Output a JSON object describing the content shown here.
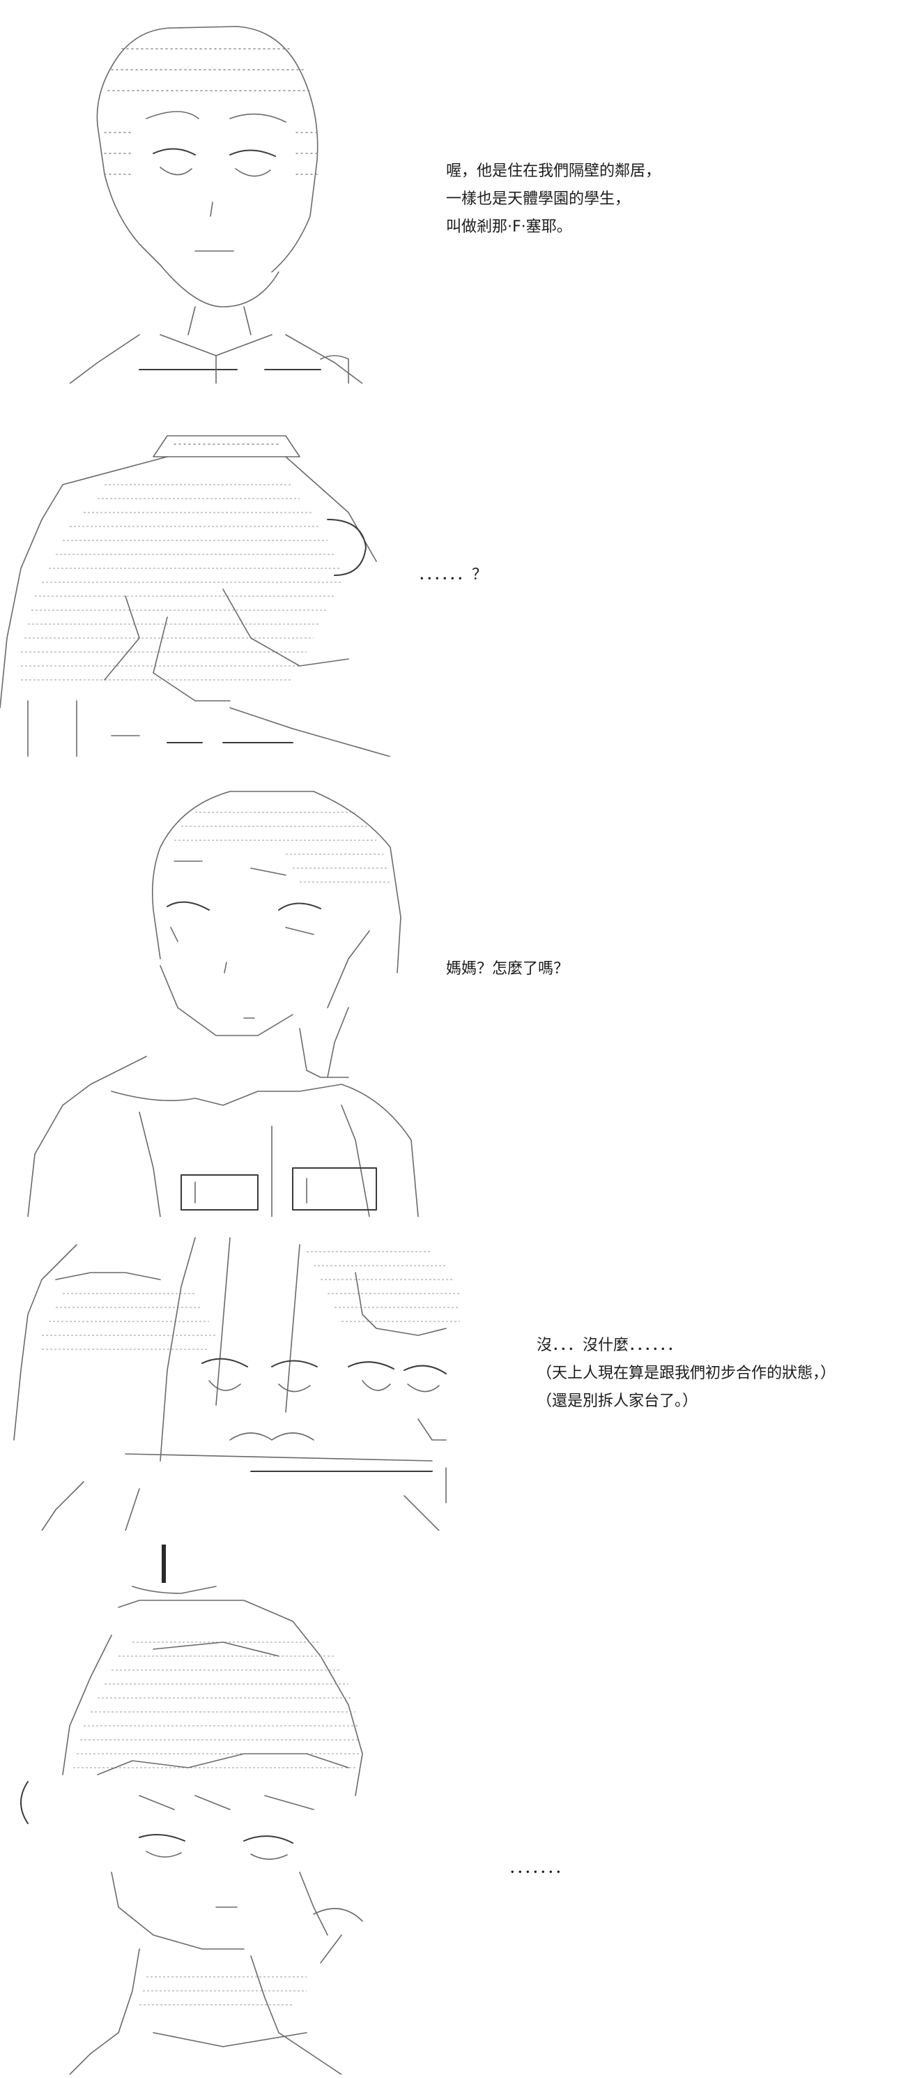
{
  "panels": [
    {
      "id": "panel-1",
      "lines": [
        "喔，他是住在我們隔壁的鄰居，",
        "一樣也是天體學園的學生，",
        "叫做剎那·F·塞耶。"
      ]
    },
    {
      "id": "panel-2",
      "lines": [
        "．．．．．．？"
      ]
    },
    {
      "id": "panel-3",
      "lines": [
        "媽媽？怎麼了嗎？"
      ]
    },
    {
      "id": "panel-4",
      "lines": [
        "沒．．．沒什麼．．．．．．",
        "（天上人現在算是跟我們初步合作的狀態，）",
        "（還是別拆人家台了。）"
      ]
    },
    {
      "id": "panel-5",
      "lines": [
        "．．．．．．．"
      ]
    }
  ]
}
